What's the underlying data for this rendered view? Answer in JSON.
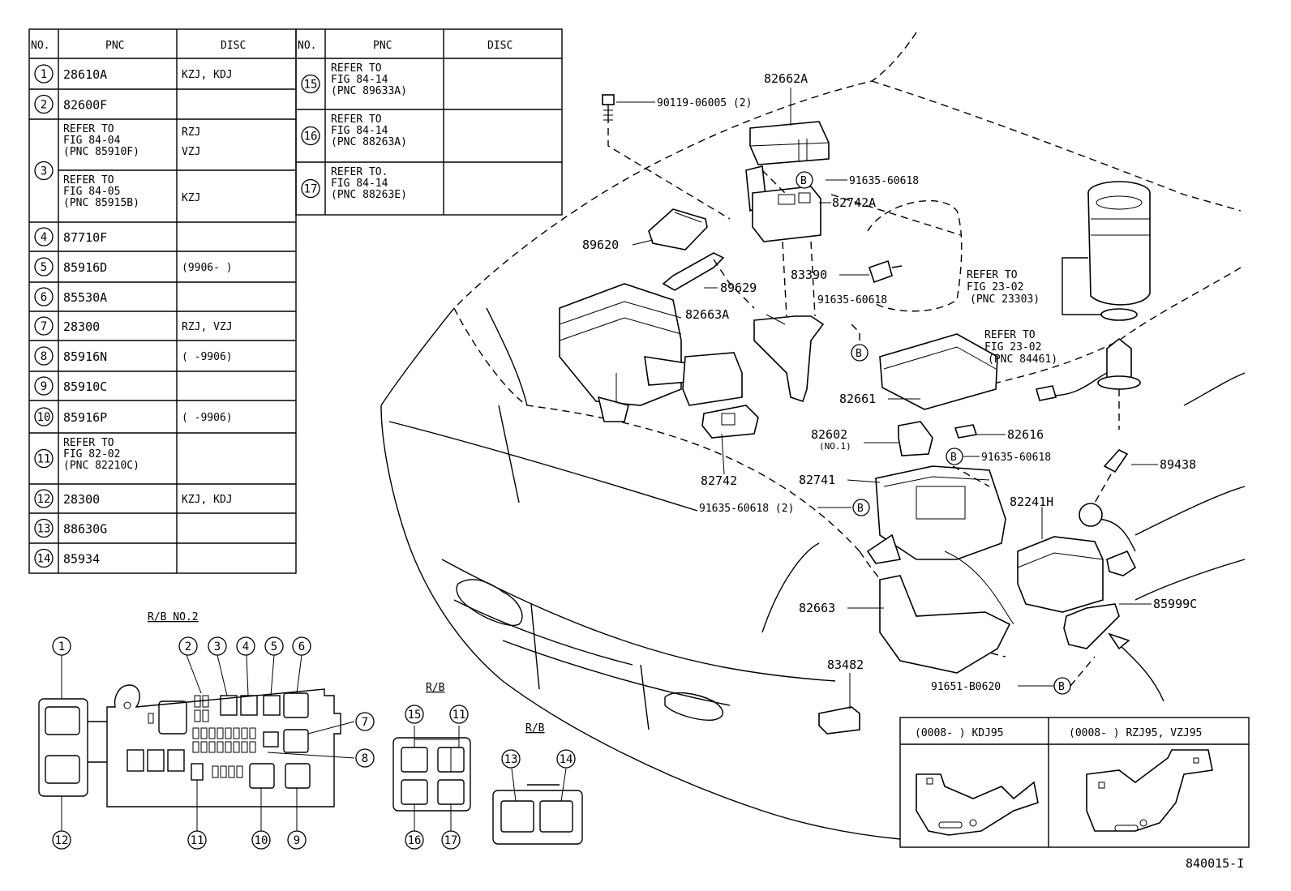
{
  "table_left": {
    "headers": {
      "no": "NO.",
      "pnc": "PNC",
      "disc": "DISC"
    },
    "rows": [
      {
        "no": "1",
        "pnc": [
          "28610A"
        ],
        "disc": [
          "KZJ, KDJ"
        ]
      },
      {
        "no": "2",
        "pnc": [
          "82600F"
        ],
        "disc": [
          ""
        ]
      },
      {
        "no": "3",
        "pnc": [
          "REFER TO",
          "FIG 84-04",
          " (PNC 85910F)"
        ],
        "disc": [
          "RZJ",
          "VZJ"
        ]
      },
      {
        "no": "",
        "pnc": [
          "REFER TO",
          "FIG 84-05",
          " (PNC 85915B)"
        ],
        "disc": [
          "KZJ"
        ]
      },
      {
        "no": "4",
        "pnc": [
          "87710F"
        ],
        "disc": [
          ""
        ]
      },
      {
        "no": "5",
        "pnc": [
          "85916D"
        ],
        "disc": [
          "(9906-      )"
        ]
      },
      {
        "no": "6",
        "pnc": [
          "85530A"
        ],
        "disc": [
          ""
        ]
      },
      {
        "no": "7",
        "pnc": [
          "28300"
        ],
        "disc": [
          "RZJ, VZJ"
        ]
      },
      {
        "no": "8",
        "pnc": [
          "85916N"
        ],
        "disc": [
          "(      -9906)"
        ]
      },
      {
        "no": "9",
        "pnc": [
          "85910C"
        ],
        "disc": [
          ""
        ]
      },
      {
        "no": "10",
        "pnc": [
          "85916P"
        ],
        "disc": [
          "(      -9906)"
        ]
      },
      {
        "no": "11",
        "pnc": [
          "REFER TO",
          "FIG 82-02",
          " (PNC 82210C)"
        ],
        "disc": [
          ""
        ]
      },
      {
        "no": "12",
        "pnc": [
          "28300"
        ],
        "disc": [
          "KZJ, KDJ"
        ]
      },
      {
        "no": "13",
        "pnc": [
          "88630G"
        ],
        "disc": [
          ""
        ]
      },
      {
        "no": "14",
        "pnc": [
          "85934"
        ],
        "disc": [
          ""
        ]
      }
    ]
  },
  "table_right": {
    "headers": {
      "no": "NO.",
      "pnc": "PNC",
      "disc": "DISC"
    },
    "rows": [
      {
        "no": "15",
        "pnc": [
          "REFER TO",
          "FIG 84-14",
          " (PNC 89633A)"
        ],
        "disc": [
          ""
        ]
      },
      {
        "no": "16",
        "pnc": [
          "REFER TO",
          "FIG 84-14",
          " (PNC 88263A)"
        ],
        "disc": [
          ""
        ]
      },
      {
        "no": "17",
        "pnc": [
          "REFER TO.",
          "FIG 84-14",
          " (PNC 88263E)"
        ],
        "disc": [
          ""
        ]
      }
    ]
  },
  "part_labels": {
    "p82662A": "82662A",
    "p90119": "90119-06005 (2)",
    "p91635_a": "91635-60618",
    "p82742A": "82742A",
    "p89620": "89620",
    "p89629": "89629",
    "p83390": "83390",
    "p91635_b": "91635-60618",
    "p82663A": "82663A",
    "p82661": "82661",
    "p82602": "82602",
    "p82602_sub": "(NO.1)",
    "p82616": "82616",
    "p91635_c": "91635-60618",
    "p82742": "82742",
    "p82741": "82741",
    "p91635_d": "91635-60618 (2)",
    "p82241H": "82241H",
    "p89438": "89438",
    "p82663": "82663",
    "p85999C": "85999C",
    "p83482": "83482",
    "p91651": "91651-B0620",
    "ref23_a": [
      "REFER TO",
      "FIG 23-02",
      "(PNC 23303)"
    ],
    "ref23_b": [
      "REFER TO",
      "FIG 23-02",
      "(PNC 84461)"
    ],
    "bolt_marker": "B"
  },
  "relay_block": {
    "title_rb2": "R/B NO.2",
    "title_rb": "R/B",
    "title_rb_small": "R/B",
    "callouts": [
      "1",
      "2",
      "3",
      "4",
      "5",
      "6",
      "7",
      "8",
      "9",
      "10",
      "11",
      "12",
      "13",
      "14",
      "15",
      "16",
      "17"
    ]
  },
  "inset": {
    "left_title": "(0008-       ) KDJ95",
    "right_title": "(0008-       ) RZJ95, VZJ95"
  },
  "figure_code": "840015-I"
}
